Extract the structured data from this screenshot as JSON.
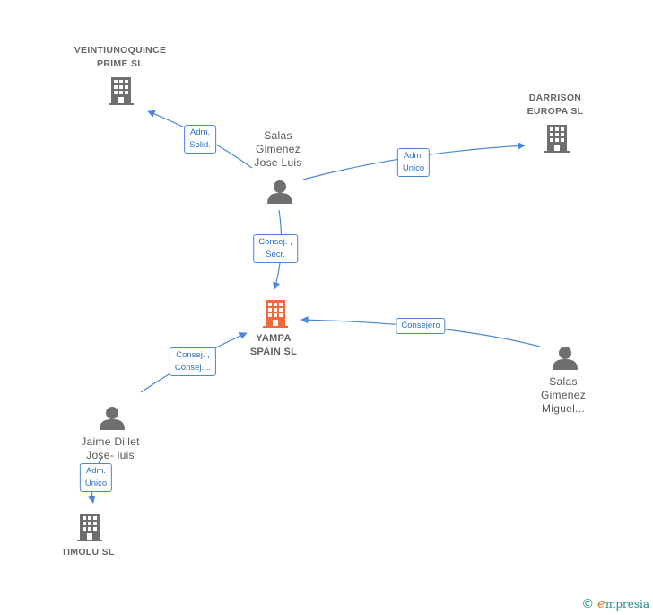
{
  "nodes": {
    "veintiuno": {
      "lines": [
        "VEINTIUNOQUINCE",
        "PRIME  SL"
      ]
    },
    "darrison": {
      "lines": [
        "DARRISON",
        "EUROPA  SL"
      ]
    },
    "yampa": {
      "lines": [
        "YAMPA",
        "SPAIN  SL"
      ]
    },
    "timolu": {
      "lines": [
        "TIMOLU  SL"
      ]
    },
    "salas_jose": {
      "lines": [
        "Salas",
        "Gimenez",
        "Jose Luis"
      ]
    },
    "salas_miguel": {
      "lines": [
        "Salas",
        "Gimenez",
        "Miguel..."
      ]
    },
    "jaime": {
      "lines": [
        "Jaime Dillet",
        "Jose- luis"
      ]
    }
  },
  "edges": {
    "adm_solid": {
      "lines": [
        "Adm.",
        "Solid."
      ]
    },
    "adm_unico_darrison": {
      "lines": [
        "Adm.",
        "Unico"
      ]
    },
    "consej_secr": {
      "lines": [
        "Consej. ,",
        "Secr."
      ]
    },
    "consejero": {
      "lines": [
        "Consejero"
      ]
    },
    "consej_consej": {
      "lines": [
        "Consej. ,",
        "Consej...."
      ]
    },
    "adm_unico_timolu": {
      "lines": [
        "Adm.",
        "Unico"
      ]
    }
  },
  "colors": {
    "edge": "#4a86d6",
    "company_icon": "#6f6f6f",
    "center_icon": "#f26a3c",
    "person_icon": "#6f6f6f"
  },
  "brand": {
    "copyright": "©",
    "initial": "e",
    "name": "mpresia"
  }
}
